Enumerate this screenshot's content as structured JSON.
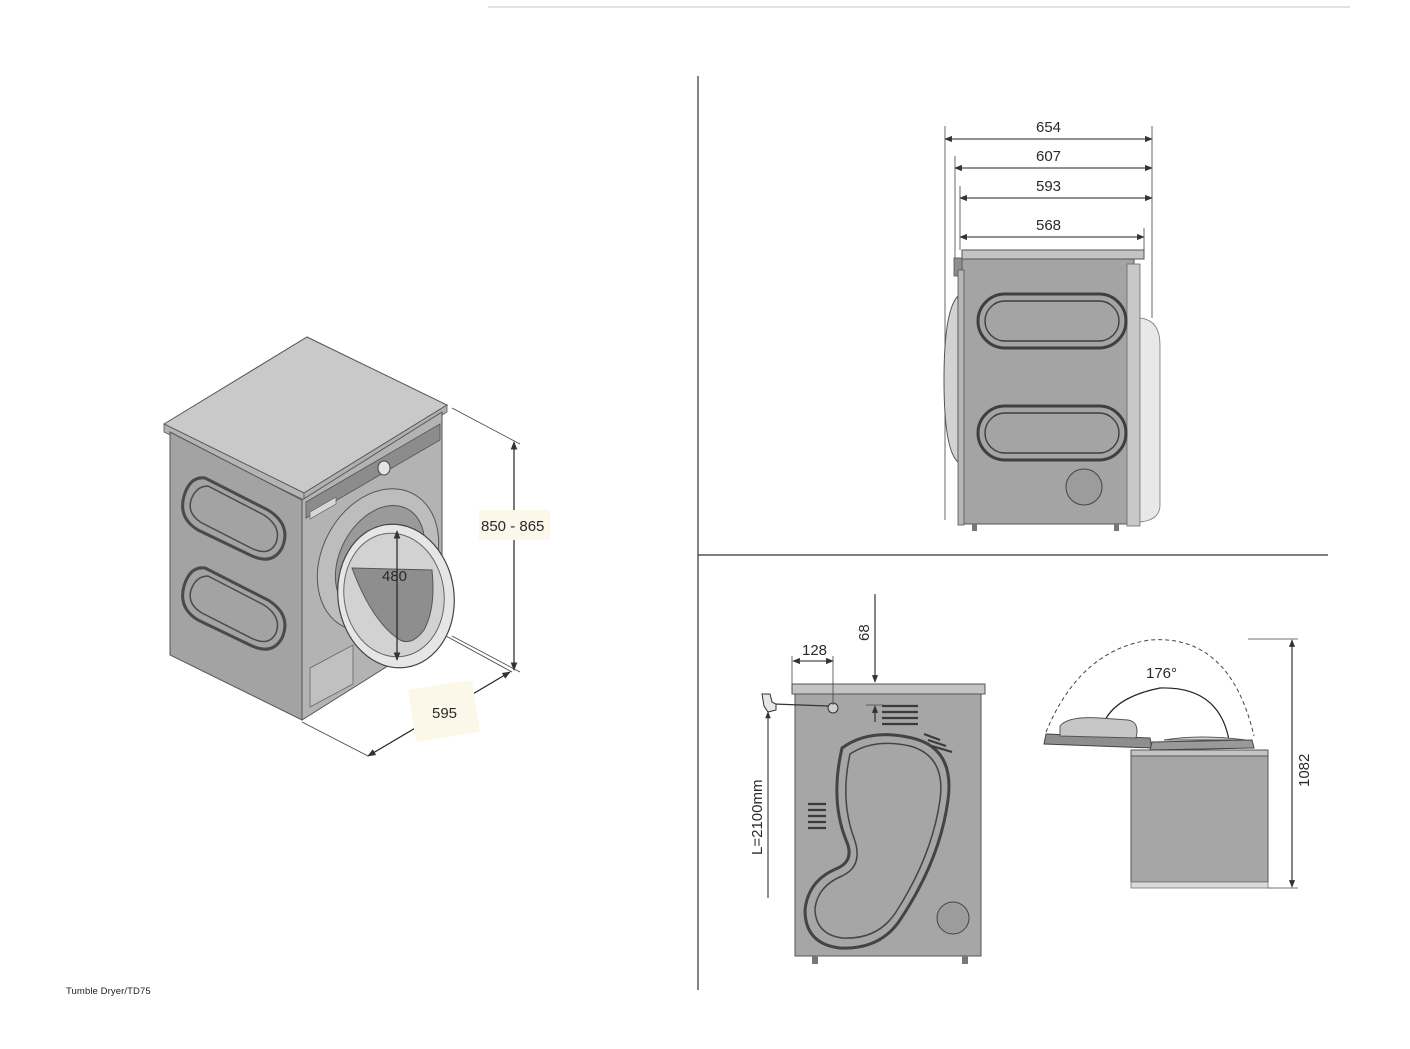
{
  "caption": "Tumble Dryer/TD75",
  "colors": {
    "body": "#a5a5a5",
    "body_dark": "#8f8f8f",
    "top": "#c7c7c7",
    "line": "#3a3a3a",
    "label_bg": "#fbf8ea"
  },
  "iso_view": {
    "height_label": "850 - 865",
    "width_label": "595",
    "door_label": "480"
  },
  "side_view": {
    "dims": [
      "654",
      "607",
      "593",
      "568"
    ]
  },
  "back_view": {
    "pipe_label": "128",
    "offset_label": "68",
    "hose_label": "L=2100mm"
  },
  "door_view": {
    "angle_label": "176°",
    "height_label": "1082"
  }
}
